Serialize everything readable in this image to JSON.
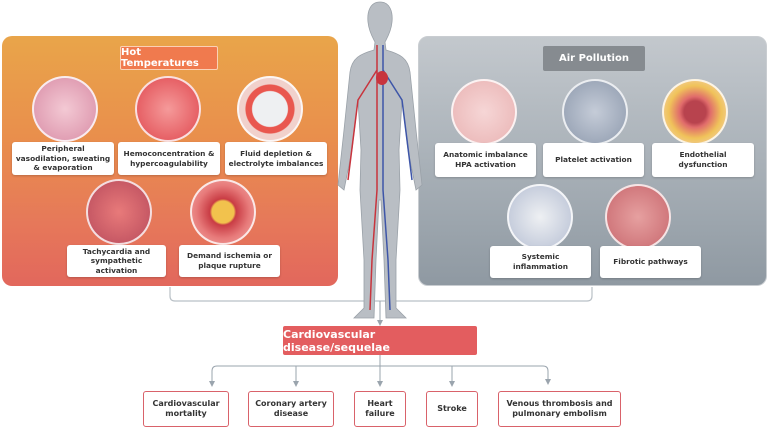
{
  "hot_panel": {
    "title": "Hot Temperatures",
    "items": [
      {
        "label": "Peripheral vasodilation, sweating & evaporation",
        "icon": "skin-cross-section-icon"
      },
      {
        "label": "Hemoconcentration & hypercoagulability",
        "icon": "blood-cells-icon"
      },
      {
        "label": "Fluid depletion & electrolyte imbalances",
        "icon": "no-water-icon"
      },
      {
        "label": "Tachycardia and sympathetic activation",
        "icon": "heart-icon"
      },
      {
        "label": "Demand ischemia or plaque rupture",
        "icon": "artery-plaque-icon"
      }
    ]
  },
  "air_panel": {
    "title": "Air Pollution",
    "items": [
      {
        "label": "Anatomic imbalance HPA activation",
        "icon": "brain-icon"
      },
      {
        "label": "Platelet activation",
        "icon": "platelet-icon"
      },
      {
        "label": "Endothelial dysfunction",
        "icon": "blood-vessel-icon"
      },
      {
        "label": "Systemic inflammation",
        "icon": "immune-cells-icon"
      },
      {
        "label": "Fibrotic pathways",
        "icon": "fibrotic-tissue-icon"
      }
    ]
  },
  "main": {
    "label": "Cardiovascular disease/sequelae"
  },
  "outcomes": [
    "Cardiovascular mortality",
    "Coronary artery disease",
    "Heart failure",
    "Stroke",
    "Venous thrombosis and pulmonary embolism"
  ],
  "colors": {
    "accent": "#e35d5f",
    "hot": "#e98f4c",
    "air": "#a9b1b8"
  }
}
